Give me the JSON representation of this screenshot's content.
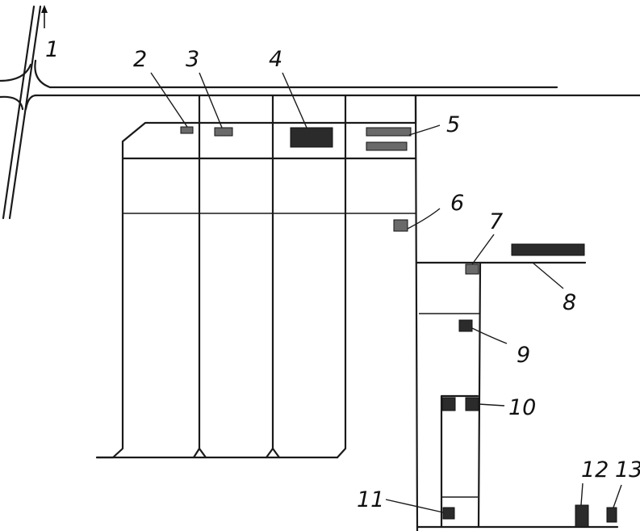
{
  "labels": {
    "n1": "1",
    "n2": "2",
    "n3": "3",
    "n4": "4",
    "n5": "5",
    "n6": "6",
    "n7": "7",
    "n8": "8",
    "n9": "9",
    "n10": "10",
    "n11": "11",
    "n12": "12",
    "n13": "13"
  }
}
